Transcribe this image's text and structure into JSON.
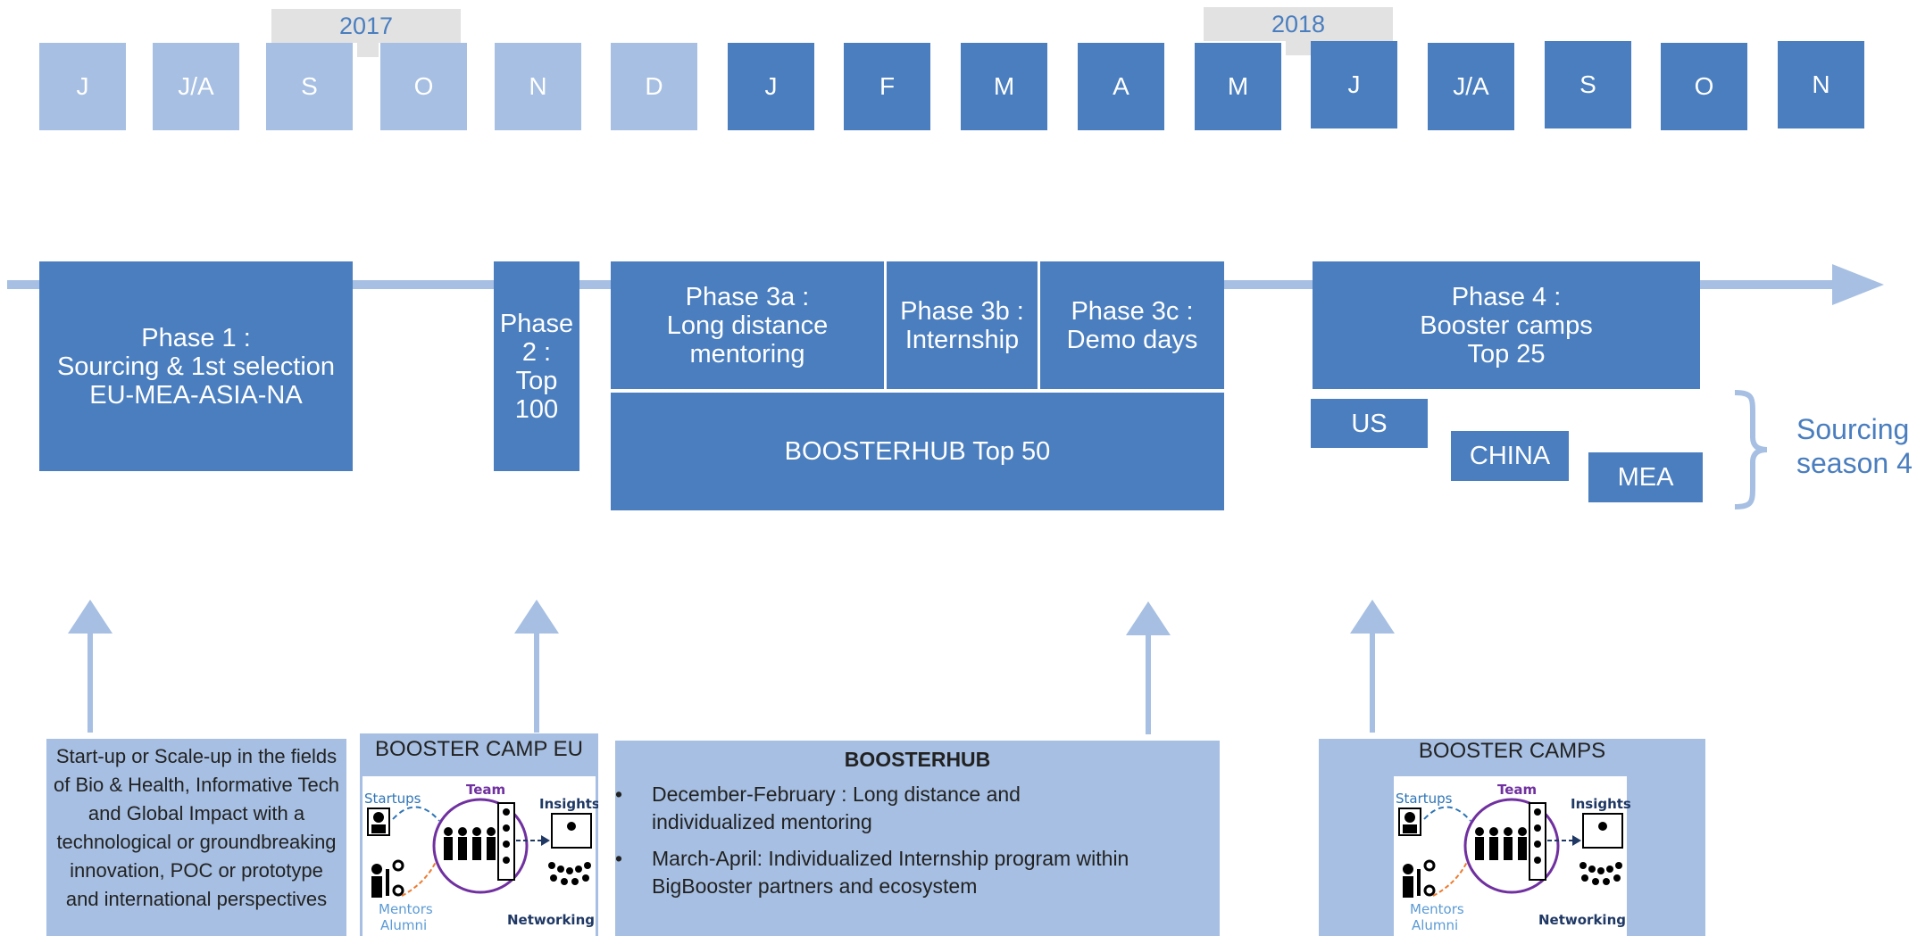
{
  "timeline": {
    "years": [
      "2017",
      "2018"
    ],
    "months": [
      "J",
      "J/A",
      "S",
      "O",
      "N",
      "D",
      "J",
      "F",
      "M",
      "A",
      "M",
      "J",
      "J/A",
      "S",
      "O",
      "N"
    ]
  },
  "phases": {
    "phase1": "Phase 1 :\nSourcing & 1st selection\nEU-MEA-ASIA-NA",
    "phase2": "Phase\n2 :\nTop 100",
    "phase3a": "Phase 3a :\nLong distance mentoring",
    "phase3b": "Phase 3b :\nInternship",
    "phase3c": "Phase 3c :\nDemo days",
    "boosterhub": "BOOSTERHUB Top 50",
    "phase4": "Phase 4 :\nBooster camps\nTop 25",
    "regions": [
      "US",
      "CHINA",
      "MEA"
    ],
    "sourcing_next": "Sourcing\nseason 4"
  },
  "cards": {
    "startup_criteria": "Start-up or Scale-up in the fields of Bio & Health, Informative Tech and Global Impact with a technological or groundbreaking innovation, POC or prototype and international perspectives",
    "booster_camp_eu_title": "BOOSTER CAMP EU",
    "boosterhub": {
      "title": "BOOSTERHUB",
      "bullets": [
        "December-February : Long distance and individualized mentoring",
        "March-April: Individualized Internship program within BigBooster partners and ecosystem"
      ]
    },
    "booster_camps_title": "BOOSTER CAMPS"
  },
  "illustration": {
    "startups": "Startups",
    "team": "Team",
    "insights": "Insights",
    "mentors": "Mentors",
    "alumni": "Alumni",
    "networking": "Networking"
  },
  "colors": {
    "dark_blue": "#4a7ebf",
    "light_blue": "#a6bfe2",
    "year_tab": "#e2e2e2"
  }
}
